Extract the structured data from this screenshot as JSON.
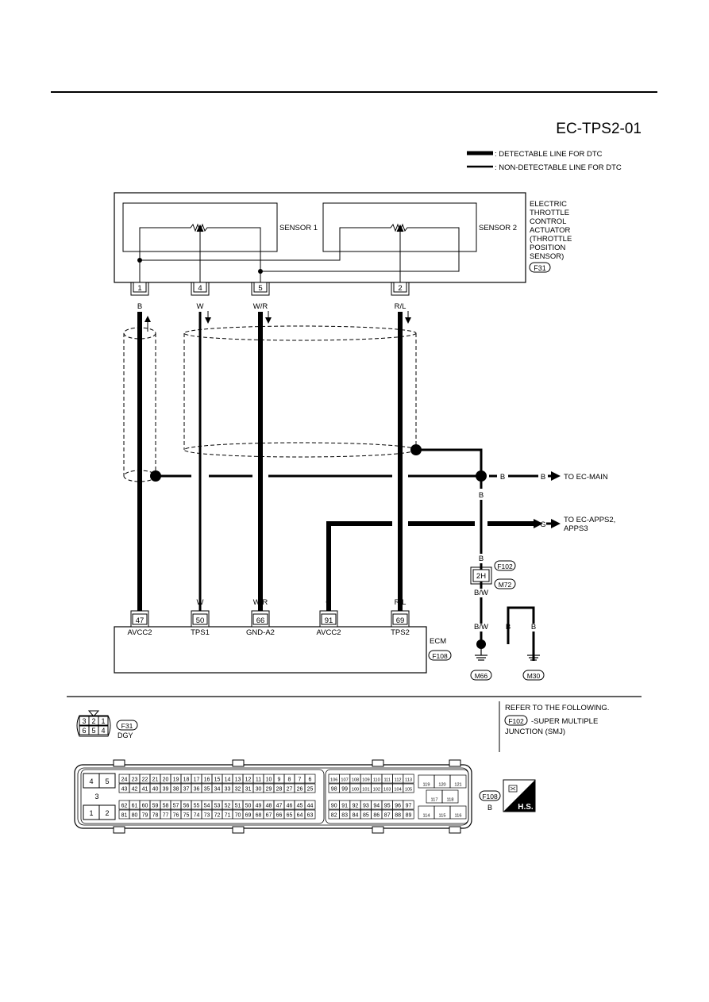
{
  "title": "EC-TPS2-01",
  "legend": {
    "detectable": ": DETECTABLE LINE FOR DTC",
    "non_detectable": ": NON-DETECTABLE LINE FOR DTC"
  },
  "actuator": {
    "name_lines": [
      "ELECTRIC",
      "THROTTLE",
      "CONTROL",
      "ACTUATOR",
      "(THROTTLE",
      " POSITION",
      " SENSOR)"
    ],
    "connector": "F31",
    "sensor1": "SENSOR 1",
    "sensor2": "SENSOR 2",
    "pins": [
      "1",
      "4",
      "5",
      "2"
    ],
    "wire_colors": [
      "B",
      "W",
      "W/R",
      "R/L"
    ]
  },
  "ecm": {
    "name": "ECM",
    "connector": "F108",
    "pins": [
      "47",
      "50",
      "66",
      "91",
      "69"
    ],
    "pin_names": [
      "AVCC2",
      "TPS1",
      "GND-A2",
      "AVCC2",
      "TPS2"
    ],
    "wire_colors": [
      "B",
      "W",
      "W/R",
      "G",
      "R/L"
    ]
  },
  "ground": {
    "wire_b1": "B",
    "wire_b2": "B",
    "to_main_b": "B",
    "to_main_label": "TO EC-MAIN",
    "to_apps_g": "G",
    "to_apps_label": [
      "TO EC-APPS2,",
      "APPS3"
    ],
    "smj_top": "F102",
    "smj_bottom": "M72",
    "smj_pin": "2H",
    "bw1": "B/W",
    "bw2": "B/W",
    "b_a": "B",
    "b_b": "B",
    "gnd1": "M66",
    "gnd2": "M30"
  },
  "footer": {
    "f31_pins_top": [
      "3",
      "2",
      "1"
    ],
    "f31_pins_bottom": [
      "6",
      "5",
      "4"
    ],
    "f31_label": "F31",
    "f31_color": "DGY",
    "refer": "REFER TO THE FOLLOWING.",
    "refer_f102": "F102",
    "refer_text1": "-SUPER MULTIPLE",
    "refer_text2": "JUNCTION (SMJ)",
    "f108_label": "F108",
    "f108_color": "B",
    "hs_text": "H.S.",
    "big_pins_left": [
      [
        "4",
        "5"
      ],
      [
        "3"
      ],
      [
        "1",
        "2"
      ]
    ],
    "row1": [
      "24",
      "23",
      "22",
      "21",
      "20",
      "19",
      "18",
      "17",
      "16",
      "15",
      "14",
      "13",
      "12",
      "11",
      "10",
      "9",
      "8",
      "7",
      "6"
    ],
    "row2": [
      "43",
      "42",
      "41",
      "40",
      "39",
      "38",
      "37",
      "36",
      "35",
      "34",
      "33",
      "32",
      "31",
      "30",
      "29",
      "28",
      "27",
      "26",
      "25"
    ],
    "row3": [
      "62",
      "61",
      "60",
      "59",
      "58",
      "57",
      "56",
      "55",
      "54",
      "53",
      "52",
      "51",
      "50",
      "49",
      "48",
      "47",
      "46",
      "45",
      "44"
    ],
    "row4": [
      "81",
      "80",
      "79",
      "78",
      "77",
      "76",
      "75",
      "74",
      "73",
      "72",
      "71",
      "70",
      "69",
      "68",
      "67",
      "66",
      "65",
      "64",
      "63"
    ],
    "mid1": [
      "106",
      "107",
      "108",
      "109",
      "110",
      "111",
      "112",
      "113"
    ],
    "mid2": [
      "98",
      "99",
      "100",
      "101",
      "102",
      "103",
      "104",
      "105"
    ],
    "mid3": [
      "90",
      "91",
      "92",
      "93",
      "94",
      "95",
      "96",
      "97"
    ],
    "mid4": [
      "82",
      "83",
      "84",
      "85",
      "86",
      "87",
      "88",
      "89"
    ],
    "right1": [
      "119",
      "120",
      "121"
    ],
    "right2": [
      "117",
      "118"
    ],
    "right3": [
      "114",
      "115",
      "116"
    ]
  }
}
